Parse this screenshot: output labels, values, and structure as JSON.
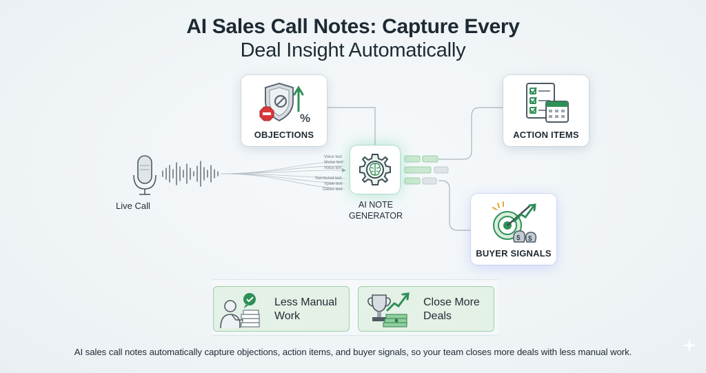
{
  "title": {
    "line1": "AI Sales Call Notes: Capture Every",
    "line2": "Deal Insight Automatically"
  },
  "source": {
    "label": "Live Call",
    "icon": "microphone-icon"
  },
  "stream_labels": [
    "Voice text",
    "Wvice text",
    "Voice tort",
    "Ssirotured text",
    "Vpiee text",
    "Dietes text"
  ],
  "generator": {
    "line1": "AI NOTE",
    "line2": "GENERATOR",
    "icon": "gear-brain-icon"
  },
  "outputs": {
    "objections": {
      "label": "OBJECTIONS",
      "icon": "shield-stop-icon"
    },
    "action_items": {
      "label": "ACTION ITEMS",
      "icon": "checklist-calendar-icon"
    },
    "buyer_signals": {
      "label": "BUYER SIGNALS",
      "icon": "target-money-icon"
    }
  },
  "benefits": [
    {
      "line1": "Less Manual",
      "line2": "Work",
      "icon": "person-paperwork-icon"
    },
    {
      "line1": "Close More",
      "line2": "Deals",
      "icon": "trophy-money-icon"
    }
  ],
  "caption": "AI sales call notes automatically capture objections, action items, and buyer signals, so your team closes more deals with less manual work.",
  "colors": {
    "accent_green": "#2f8f58",
    "benefit_fill": "#e3f1e6",
    "benefit_border": "#9fcfa9",
    "stop_red": "#d9383a",
    "bar_green": "#c9e8cf"
  }
}
